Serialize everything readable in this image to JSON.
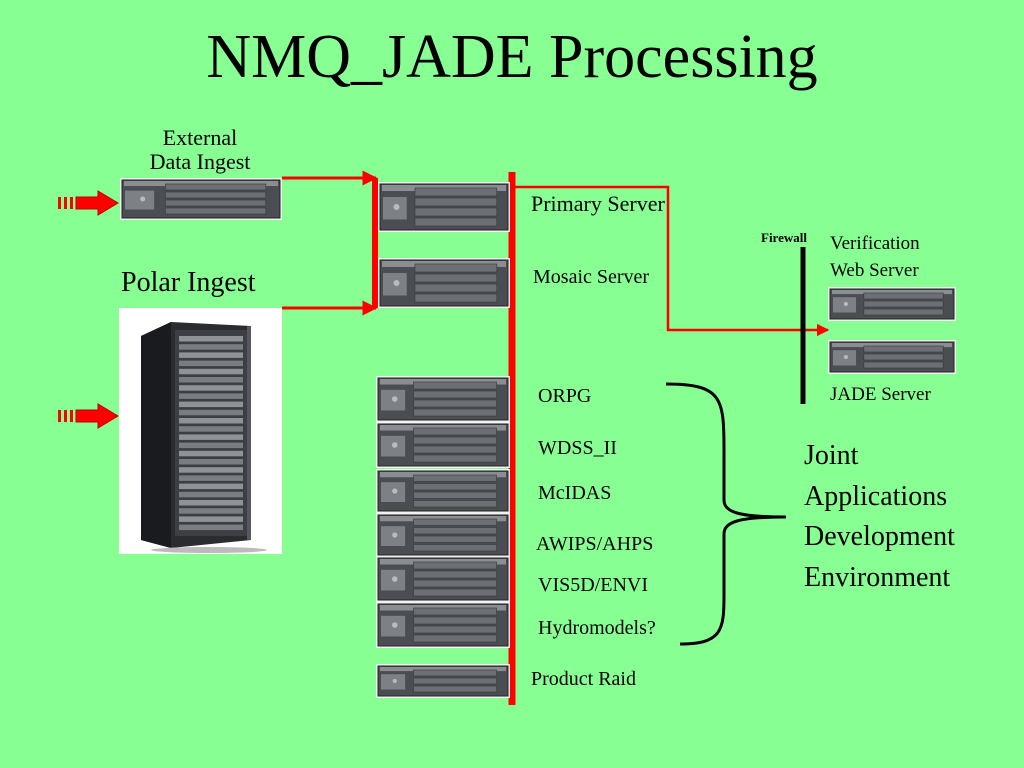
{
  "title": "NMQ_JADE  Processing",
  "colors": {
    "background": "#88FF92",
    "connector_red": "#FF0000",
    "firewall": "#000000",
    "server_chassis": "#4A4D52"
  },
  "labels": {
    "external_ingest": [
      "External",
      "Data Ingest"
    ],
    "polar_ingest": "Polar Ingest",
    "firewall": "Firewall",
    "verification": [
      "Verification",
      "Web Server"
    ],
    "jade_server": "JADE Server",
    "joint": [
      "Joint",
      "Applications",
      "Development",
      "Environment"
    ]
  },
  "servers": [
    {
      "name": "Primary Server"
    },
    {
      "name": "Mosaic Server"
    },
    {
      "name": "ORPG"
    },
    {
      "name": "WDSS_II"
    },
    {
      "name": "McIDAS"
    },
    {
      "name": "AWIPS/AHPS"
    },
    {
      "name": "VIS5D/ENVI"
    },
    {
      "name": "Hydromodels?"
    },
    {
      "name": "Product Raid"
    }
  ]
}
